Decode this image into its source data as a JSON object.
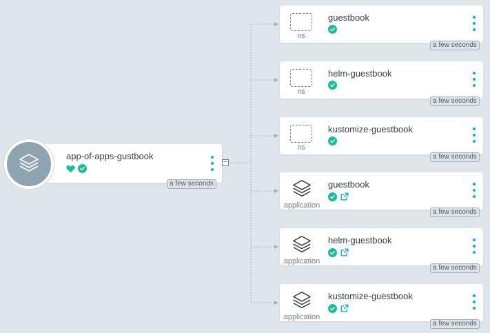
{
  "root": {
    "title": "app-of-apps-gustbook",
    "age": "a few seconds",
    "health_icon": "heart-icon",
    "sync_icon": "check-icon",
    "kind_icon": "layers-icon",
    "collapse_label": "−"
  },
  "children": [
    {
      "name": "guestbook",
      "kind": "ns",
      "age": "a few seconds",
      "has_link": false
    },
    {
      "name": "helm-guestbook",
      "kind": "ns",
      "age": "a few seconds",
      "has_link": false
    },
    {
      "name": "kustomize-guestbook",
      "kind": "ns",
      "age": "a few seconds",
      "has_link": false
    },
    {
      "name": "guestbook",
      "kind": "application",
      "age": "a few seconds",
      "has_link": true
    },
    {
      "name": "helm-guestbook",
      "kind": "application",
      "age": "a few seconds",
      "has_link": true
    },
    {
      "name": "kustomize-guestbook",
      "kind": "application",
      "age": "a few seconds",
      "has_link": true
    }
  ],
  "colors": {
    "background": "#dee6eb",
    "healthy": "#18be94",
    "accent": "#0dadea",
    "connector": "#a3b1bb"
  }
}
